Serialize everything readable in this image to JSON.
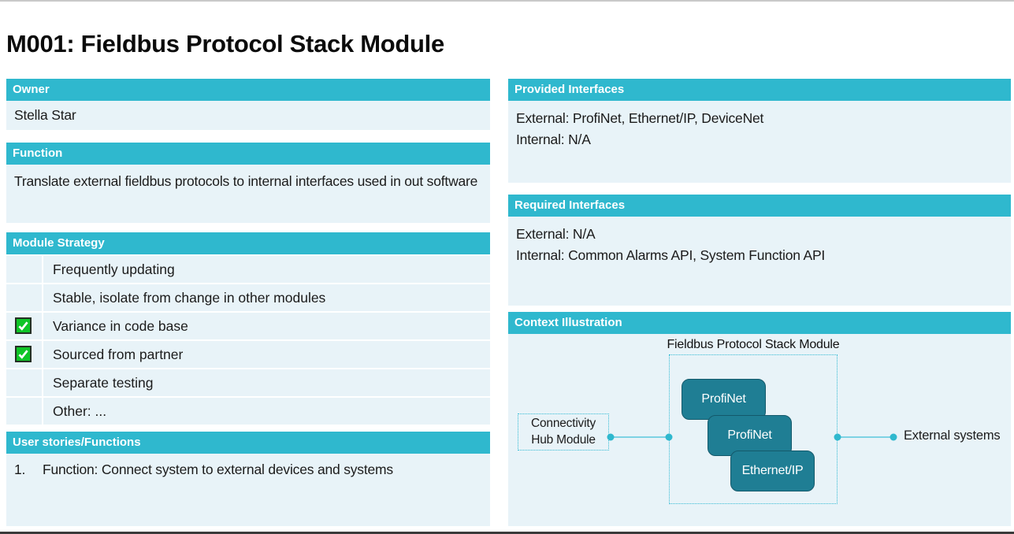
{
  "page": {
    "title": "M001: Fieldbus Protocol Stack Module"
  },
  "left": {
    "owner": {
      "header": "Owner",
      "value": "Stella Star"
    },
    "function": {
      "header": "Function",
      "value": "Translate external fieldbus protocols to internal interfaces used in out software"
    },
    "module_strategy": {
      "header": "Module Strategy",
      "items": [
        {
          "label": "Frequently updating",
          "checked": false
        },
        {
          "label": "Stable, isolate from change in other modules",
          "checked": false
        },
        {
          "label": "Variance in code base",
          "checked": true
        },
        {
          "label": "Sourced from partner",
          "checked": true
        },
        {
          "label": "Separate testing",
          "checked": false
        },
        {
          "label": "Other: ...",
          "checked": false
        }
      ]
    },
    "user_stories": {
      "header": "User stories/Functions",
      "items": [
        {
          "number": "1.",
          "text": "Function: Connect system to external devices and systems"
        }
      ]
    }
  },
  "right": {
    "provided": {
      "header": "Provided Interfaces",
      "lines": [
        "External: ProfiNet, Ethernet/IP, DeviceNet",
        "Internal: N/A"
      ]
    },
    "required": {
      "header": "Required Interfaces",
      "lines": [
        "External: N/A",
        "Internal: Common Alarms API, System Function API"
      ]
    },
    "context": {
      "header": "Context Illustration",
      "diagram": {
        "module_label": "Fieldbus Protocol Stack Module",
        "left_node": "Connectivity Hub Module",
        "stack": [
          "ProfiNet",
          "ProfiNet",
          "Ethernet/IP"
        ],
        "right_label": "External systems"
      }
    }
  },
  "colors": {
    "accent": "#2fb8ce",
    "panel": "#e8f3f8",
    "box_teal": "#1f7e94",
    "check_green": "#0ec527",
    "dotted": "#35bbd4"
  }
}
